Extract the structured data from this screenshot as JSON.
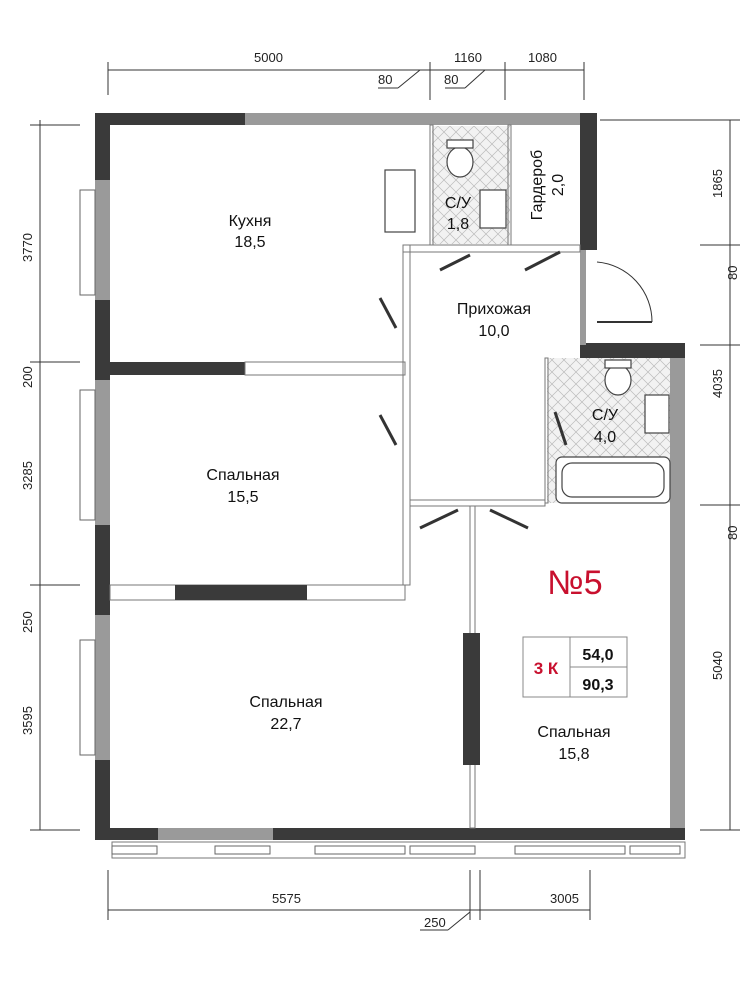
{
  "apartment": {
    "number": "№5",
    "rooms_label": "3 К",
    "living_area": "54,0",
    "total_area": "90,3",
    "accent_color": "#c8102e"
  },
  "rooms": {
    "kitchen": {
      "name": "Кухня",
      "area": "18,5"
    },
    "wc1": {
      "name": "С/У",
      "area": "1,8"
    },
    "wardrobe": {
      "name": "Гардероб",
      "area": "2,0"
    },
    "hall": {
      "name": "Прихожая",
      "area": "10,0"
    },
    "wc2": {
      "name": "С/У",
      "area": "4,0"
    },
    "bedroom1": {
      "name": "Спальная",
      "area": "15,5"
    },
    "bedroom2": {
      "name": "Спальная",
      "area": "22,7"
    },
    "bedroom3": {
      "name": "Спальная",
      "area": "15,8"
    }
  },
  "dimensions": {
    "top": [
      "5000",
      "80",
      "1160",
      "80",
      "1080"
    ],
    "left": [
      "3770",
      "200",
      "3285",
      "250",
      "3595"
    ],
    "right": [
      "1865",
      "80",
      "4035",
      "80",
      "5040"
    ],
    "bottom": [
      "5575",
      "250",
      "3005"
    ]
  }
}
